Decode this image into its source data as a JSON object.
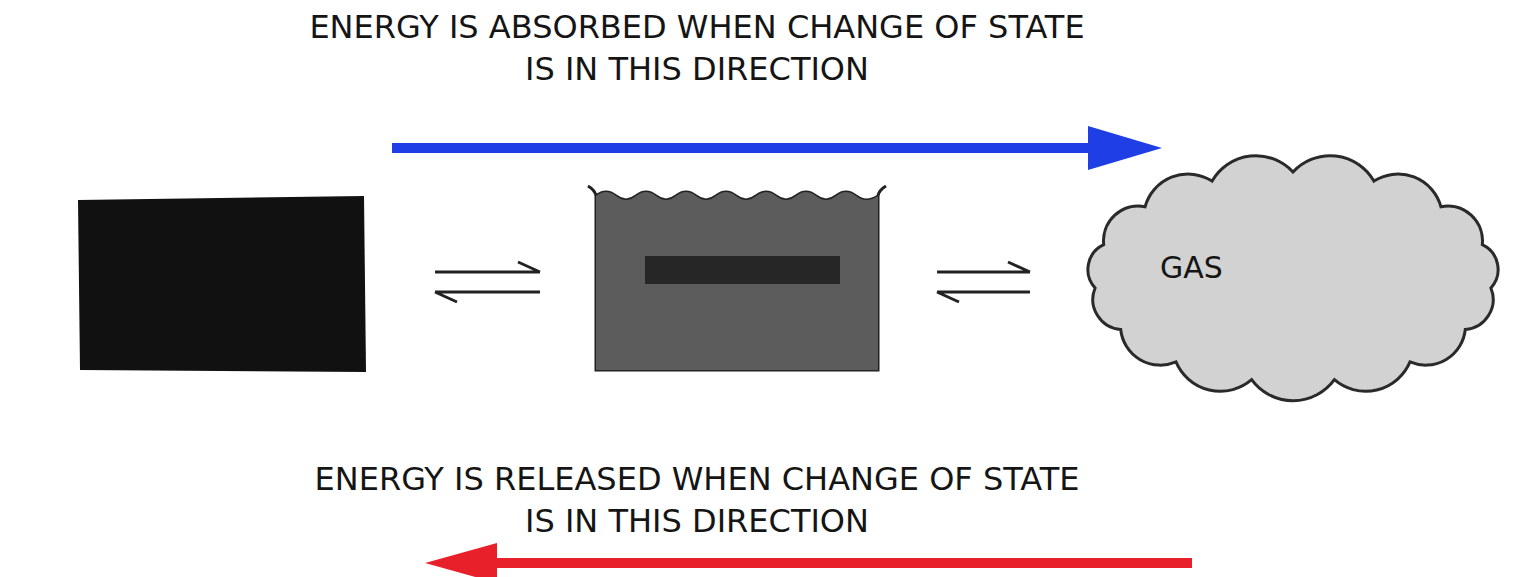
{
  "diagram": {
    "nodes": [
      {
        "text": [
          "GAS"
        ]
      }
    ],
    "labels": [
      "ENERGY IS ABSORBED WHEN CHANGE OF STATE IS IN THIS DIRECTION",
      "ENERGY IS RELEASED WHEN CHANGE OF STATE IS IN THIS DIRECTION"
    ]
  }
}
